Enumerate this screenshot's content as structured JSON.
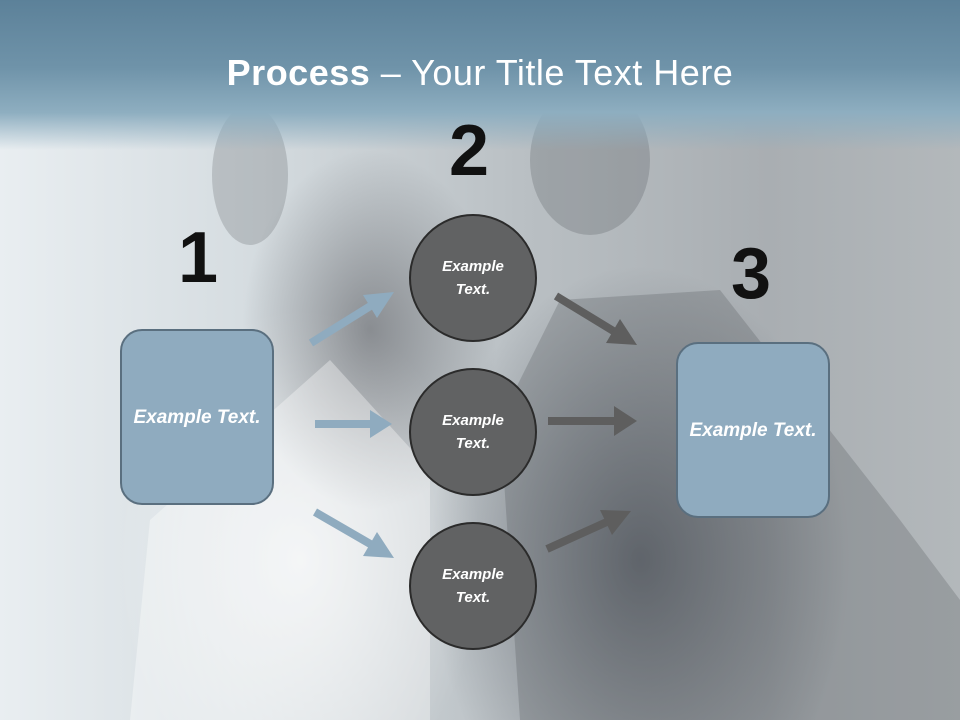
{
  "title": {
    "bold": "Process",
    "rest": " – Your Title Text Here"
  },
  "steps": {
    "one": {
      "number": "1",
      "label": "Example Text."
    },
    "two": {
      "number": "2",
      "items": [
        {
          "label": "Example Text."
        },
        {
          "label": "Example Text."
        },
        {
          "label": "Example Text."
        }
      ]
    },
    "three": {
      "number": "3",
      "label": "Example Text."
    }
  },
  "colors": {
    "box_fill": "#8fabbf",
    "circle_fill": "#616263",
    "arrow_in": "#8fabbf",
    "arrow_out": "#5e5e5e",
    "title_band": "#6f93a9"
  }
}
